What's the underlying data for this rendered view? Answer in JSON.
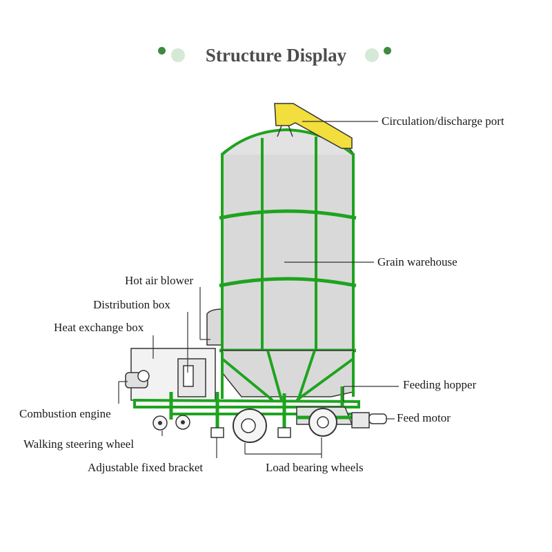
{
  "title": "Structure Display",
  "colors": {
    "frame_green": "#1fa31f",
    "body_fill": "#d9d9d9",
    "accent_yellow": "#f2de3c",
    "title_text": "#4d4d4d",
    "dot_dark": "#3f8a3f",
    "dot_light": "#d6e8d6"
  },
  "labels": {
    "circulation_port": "Circulation/discharge port",
    "grain_warehouse": "Grain warehouse",
    "hot_air_blower": "Hot air blower",
    "distribution_box": "Distribution box",
    "heat_exchange_box": "Heat exchange box",
    "feeding_hopper": "Feeding hopper",
    "combustion_engine": "Combustion engine",
    "feed_motor": "Feed motor",
    "walking_steering_wheel": "Walking steering wheel",
    "adjustable_fixed_bracket": "Adjustable fixed bracket",
    "load_bearing_wheels": "Load bearing wheels"
  }
}
